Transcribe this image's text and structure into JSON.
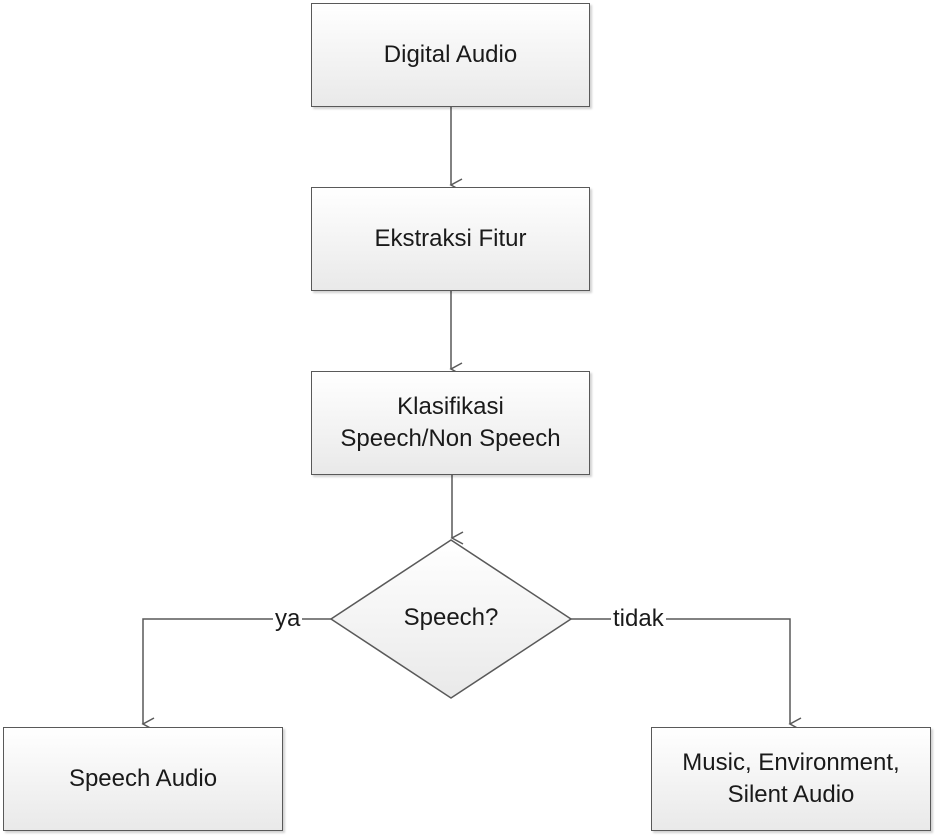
{
  "nodes": {
    "digital_audio": "Digital Audio",
    "ekstraksi": "Ekstraksi Fitur",
    "klasifikasi_line1": "Klasifikasi",
    "klasifikasi_line2": "Speech/Non Speech",
    "decision": "Speech?",
    "speech_audio": "Speech Audio",
    "nonspeech_line1": "Music, Environment,",
    "nonspeech_line2": "Silent Audio"
  },
  "edges": {
    "yes_label": "ya",
    "no_label": "tidak"
  }
}
